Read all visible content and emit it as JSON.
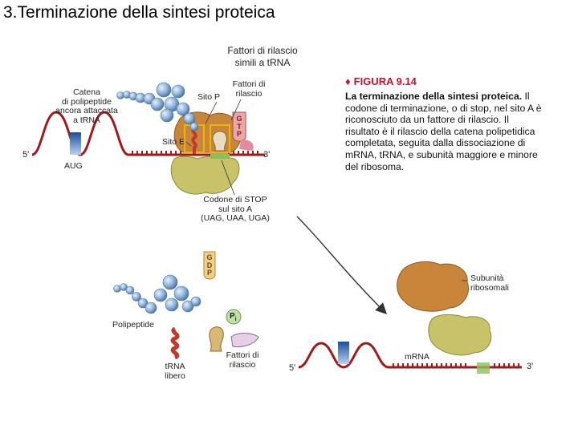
{
  "title": "3.Terminazione della sintesi proteica",
  "subtitle_lines": [
    "Fattori di rilascio",
    "simili a tRNA"
  ],
  "labels": {
    "catena_lines": [
      "Catena",
      "di polipeptide",
      "ancora attaccata",
      "a tRNA"
    ],
    "sito_p": "Sito P",
    "fattori_lines": [
      "Fattori di",
      "rilascio"
    ],
    "gtp": [
      "G",
      "T",
      "P"
    ],
    "sito_e": "Sito E",
    "five_prime_top": "5'",
    "three_prime_top": "3'",
    "aug": "AUG",
    "codone_lines": [
      "Codone di STOP",
      "sul sito A",
      "(UAG, UAA, UGA)"
    ],
    "gdp": [
      "G",
      "D",
      "P"
    ],
    "pi": "P",
    "pi_sub": "i",
    "polipeptide": "Polipeptide",
    "trna_lines": [
      "tRNA",
      "libero"
    ],
    "fattori_bottom_lines": [
      "Fattori di",
      "rilascio"
    ],
    "subunita_lines": [
      "Subunità",
      "ribosomali"
    ],
    "mrna": "mRNA",
    "five_prime_bottom": "5'",
    "three_prime_bottom": "3'"
  },
  "caption": {
    "figure_label": "FIGURA 9.14",
    "marker": "♦",
    "bold_lead": "La terminazione della sintesi proteica.",
    "body": " Il codone di terminazione, o di stop, nel sito A è riconosciuto da un fattore di rilascio. Il risultato è il rilascio della catena polipetidica completata, seguita dalla dissociazione di mRNA, tRNA, e subunità maggiore e minore del ribosoma."
  },
  "colors": {
    "mrna_red": "#9e1b1b",
    "bead_blue": "#8fb3d9",
    "large_subunit": "#c9863a",
    "small_subunit": "#c8c26a",
    "caption_red": "#c8102e",
    "trna_red": "#c0392b"
  }
}
